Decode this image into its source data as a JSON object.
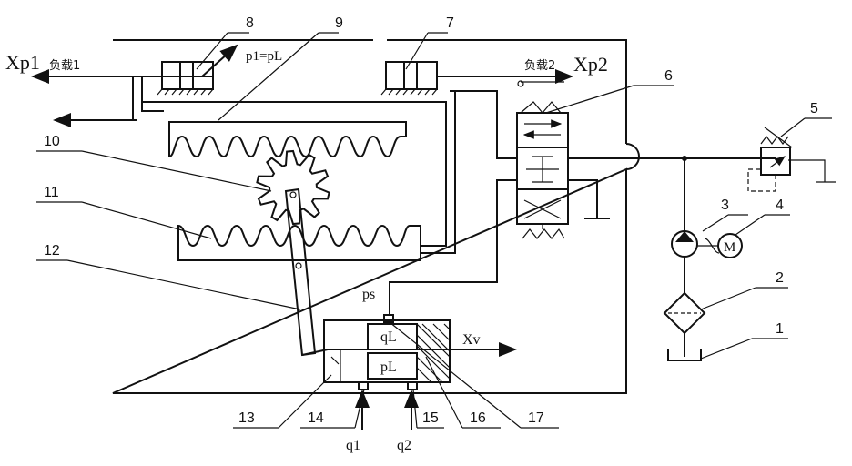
{
  "labels": {
    "xp1": "Xp1",
    "xp2": "Xp2",
    "load1": "负载1",
    "load2": "负载2",
    "p1_eq_pl": "p1=pL",
    "ps": "ps",
    "ql": "qL",
    "pl": "pL",
    "xv": "Xv",
    "q1": "q1",
    "q2": "q2",
    "motor": "M"
  },
  "callouts": [
    "1",
    "2",
    "3",
    "4",
    "5",
    "6",
    "7",
    "8",
    "9",
    "10",
    "11",
    "12",
    "13",
    "14",
    "15",
    "16",
    "17"
  ]
}
